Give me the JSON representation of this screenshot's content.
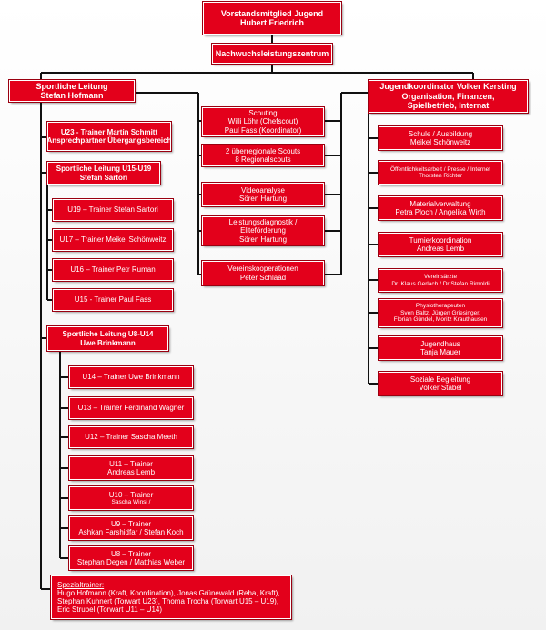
{
  "board": {
    "line1": "Vorstandsmitglied Jugend",
    "line2": "Hubert Friedrich"
  },
  "nlz": {
    "label": "Nachwuchsleistungszentrum"
  },
  "sport": {
    "line1": "Sportliche Leitung",
    "line2": "Stefan Hofmann"
  },
  "youth": {
    "line1": "Jugendkoordinator Volker Kersting",
    "line2": "Organisation, Finanzen,",
    "line3": "Spielbetrieb, Internat"
  },
  "u23": {
    "line1": "U23  - Trainer Martin Schmitt",
    "line2": "Ansprechpartner Übergangsbereich"
  },
  "u15u19": {
    "line1": "Sportliche Leitung U15-U19",
    "line2": "Stefan Sartori"
  },
  "u19": {
    "label": "U19 – Trainer Stefan Sartori"
  },
  "u17": {
    "label": "U17 – Trainer Meikel Schönweitz"
  },
  "u16": {
    "label": "U16 – Trainer Petr Ruman"
  },
  "u15": {
    "label": "U15 - Trainer Paul Fass"
  },
  "u8u14": {
    "line1": "Sportliche Leitung U8-U14",
    "line2": "Uwe Brinkmann"
  },
  "u14": {
    "label": "U14 – Trainer Uwe Brinkmann"
  },
  "u13": {
    "label": "U13 – Trainer Ferdinand Wagner"
  },
  "u12": {
    "label": "U12 – Trainer Sascha Meeth"
  },
  "u11": {
    "line1": "U11 – Trainer",
    "line2": "Andreas Lemb"
  },
  "u10": {
    "line1": "U10 – Trainer",
    "line2": "Sascha Winsi /"
  },
  "u9": {
    "line1": "U9 – Trainer",
    "line2": "Ashkan Farshidfar / Stefan Koch"
  },
  "u8": {
    "line1": "U8 – Trainer",
    "line2": "Stephan Degen / Matthias Weber"
  },
  "special": {
    "title": "Spezialtrainer:",
    "line1": "Hugo Hofmann (Kraft, Koordination), Jonas Grünewald (Reha, Kraft),",
    "line2": "Stephan Kuhnert (Torwart U23), Thoma Trocha (Torwart U15 – U19),",
    "line3": "Eric Strubel (Torwart U11 – U14)"
  },
  "scouting": {
    "line1": "Scouting",
    "line2": "Willi Löhr (Chefscout)",
    "line3": "Paul Fass (Koordinator)"
  },
  "scouts": {
    "line1": "2 überregionale Scouts",
    "line2": "8 Regionalscouts"
  },
  "video": {
    "line1": "Videoanalyse",
    "line2": "Sören Hartung"
  },
  "diag": {
    "line1": "Leistungsdiagnostik /",
    "line2": "Eliteförderung",
    "line3": "Sören Hartung"
  },
  "coop": {
    "line1": "Vereinskooperationen",
    "line2": "Peter Schlaad"
  },
  "school": {
    "line1": "Schule / Ausbildung",
    "line2": "Meikel Schönweitz"
  },
  "pr": {
    "line1": "Öffentlichkeitsarbeit / Presse / Internet",
    "line2": "Thorsten Richter"
  },
  "material": {
    "line1": "Materialverwaltung",
    "line2": "Petra Ploch / Angelika Wirth"
  },
  "tournament": {
    "line1": "Turnierkoordination",
    "line2": "Andreas Lemb"
  },
  "doctors": {
    "line1": "Vereinsärzte",
    "line2": "Dr. Klaus Gerlach / Dr Stefan Rimoldi"
  },
  "physio": {
    "line1": "Physiotherapeuten",
    "line2": "Sven Baltz, Jürgen Griesinger,",
    "line3": "Florian Gündel, Moritz Krauthausen"
  },
  "house": {
    "line1": "Jugendhaus",
    "line2": "Tanja Mauer"
  },
  "social": {
    "line1": "Soziale Begleitung",
    "line2": "Volker Stabel"
  },
  "colors": {
    "box": "#e3001b",
    "line": "#111111",
    "text": "#ffffff"
  }
}
